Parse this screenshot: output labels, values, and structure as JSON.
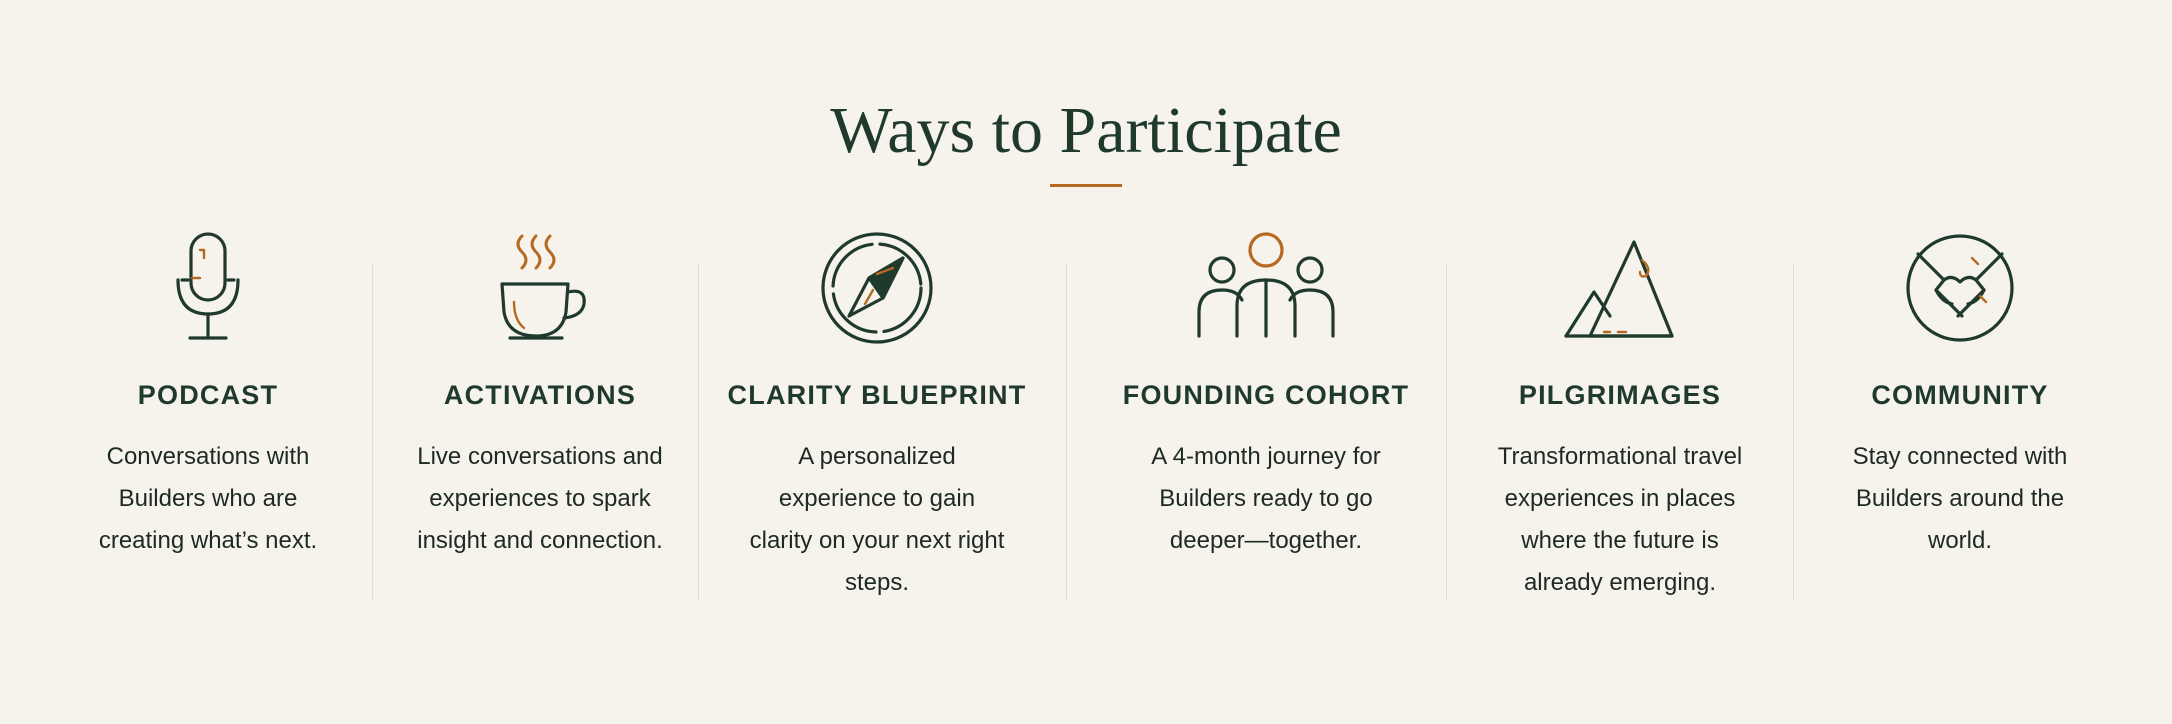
{
  "header": {
    "title": "Ways to Participate"
  },
  "colors": {
    "background": "#f6f2ec",
    "primary": "#1f3a2c",
    "accent": "#b66a21",
    "divider": "#e3ddd3"
  },
  "items": [
    {
      "title": "PODCAST",
      "description": "Conversations with Builders who are creating what’s next.",
      "icon": "microphone-icon"
    },
    {
      "title": "ACTIVATIONS",
      "description": "Live conversations and experiences to spark insight and connection.",
      "icon": "coffee-cup-icon"
    },
    {
      "title": "CLARITY BLUEPRINT",
      "description": "A personalized experience to gain clarity on your next right steps.",
      "icon": "compass-icon"
    },
    {
      "title": "FOUNDING COHORT",
      "description": "A 4-month journey for Builders ready to go deeper—together.",
      "icon": "group-icon"
    },
    {
      "title": "PILGRIMAGES",
      "description": "Transformational travel experiences in places where the future is already emerging.",
      "icon": "mountains-icon"
    },
    {
      "title": "COMMUNITY",
      "description": "Stay connected with Builders around the world.",
      "icon": "handshake-globe-icon"
    }
  ]
}
